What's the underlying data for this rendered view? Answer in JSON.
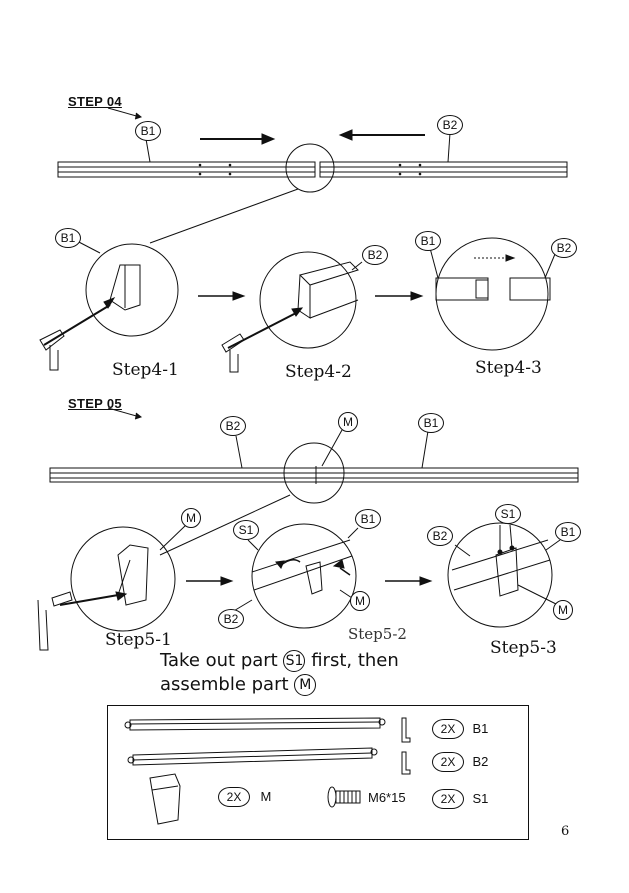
{
  "step4": {
    "title": "STEP  04",
    "label_b1": "B1",
    "label_b2": "B2",
    "sub1": "Step4-1",
    "sub2": "Step4-2",
    "sub3": "Step4-3"
  },
  "step5": {
    "title": "STEP  05",
    "label_b2": "B2",
    "label_m": "M",
    "label_b1": "B1",
    "label_s1": "S1",
    "sub1": "Step5-1",
    "sub2": "Step5-2",
    "sub3": "Step5-3"
  },
  "instruction": {
    "line1_a": "Take   out   part",
    "part_s1": "S1",
    "line1_b": "first,   then",
    "line2": "assemble part",
    "part_m": "M"
  },
  "parts_list": {
    "b1": {
      "qty": "2X",
      "name": "B1"
    },
    "b2": {
      "qty": "2X",
      "name": "B2"
    },
    "m": {
      "qty": "2X",
      "name": "M"
    },
    "screw": {
      "name": "M6*15"
    },
    "s1": {
      "qty": "2X",
      "name": "S1"
    }
  },
  "page_number": "6"
}
